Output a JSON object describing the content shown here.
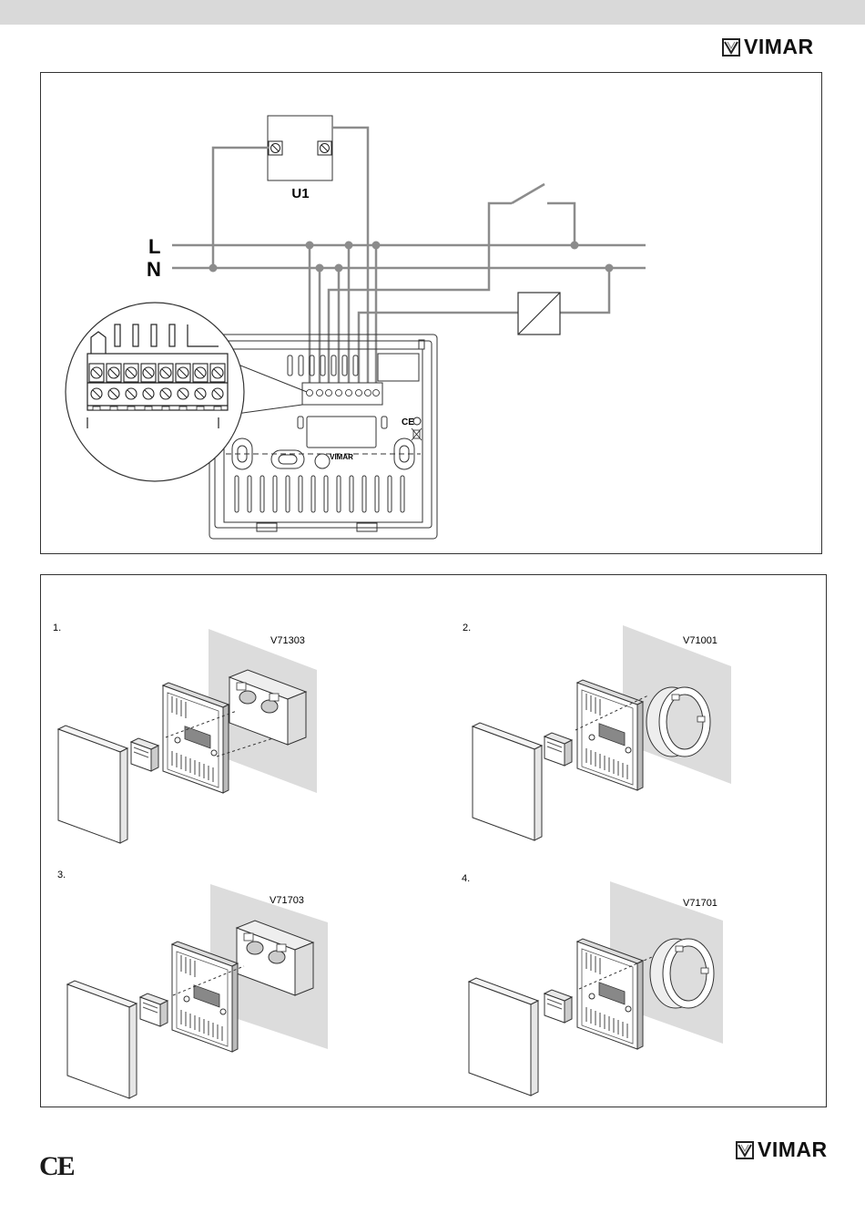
{
  "header": {
    "brand_top": "VIMAR"
  },
  "wiring": {
    "module_label": "U1",
    "line_label": "L",
    "neutral_label": "N",
    "device_brand": "VIMAR",
    "device_ce": "CE"
  },
  "installation": {
    "steps": [
      {
        "number": "1.",
        "code": "V71303"
      },
      {
        "number": "2.",
        "code": "V71001"
      },
      {
        "number": "3.",
        "code": "V71703"
      },
      {
        "number": "4.",
        "code": "V71701"
      }
    ]
  },
  "footer": {
    "ce_mark": "CE",
    "brand_bottom": "VIMAR"
  },
  "colors": {
    "wire": "#8c8c8c",
    "line": "#333333",
    "wall": "#dcdcdc",
    "bar": "#d9d9d9"
  }
}
